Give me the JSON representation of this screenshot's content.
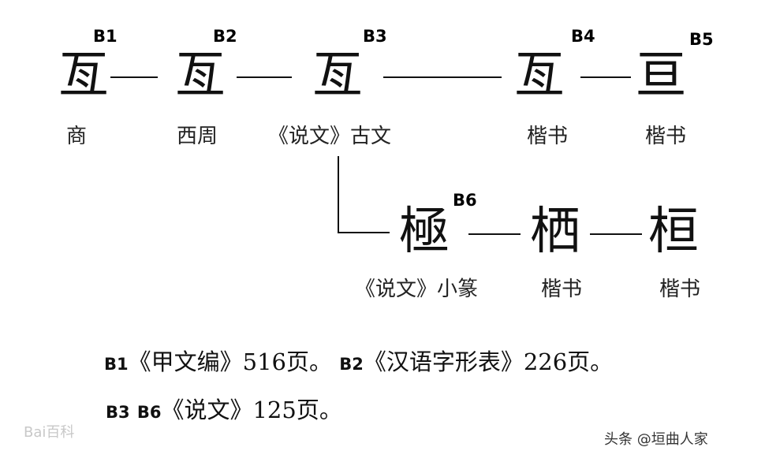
{
  "chain_top": [
    {
      "tag": "B1",
      "char": "亙",
      "era": "商"
    },
    {
      "tag": "B2",
      "char": "亙",
      "era": "西周"
    },
    {
      "tag": "B3",
      "char": "亙",
      "era": "《说文》古文"
    },
    {
      "tag": "B4",
      "char": "亙",
      "era": "楷书"
    },
    {
      "tag": "B5",
      "char": "亘",
      "era": "楷书"
    }
  ],
  "chain_bottom": [
    {
      "tag": "B6",
      "char": "極",
      "era": "《说文》小篆"
    },
    {
      "tag": "",
      "char": "栖",
      "era": "楷书"
    },
    {
      "tag": "",
      "char": "桓",
      "era": "楷书"
    }
  ],
  "citations": {
    "line1_b1": "B1",
    "line1_b1_text": "《甲文编》516页。",
    "line1_b2": "B2",
    "line1_b2_text": "《汉语字形表》226页。",
    "line2_b3": "B3",
    "line2_b6": "B6",
    "line2_text": "《说文》125页。"
  },
  "watermark": "Bai百科",
  "credit": "头条 @垣曲人家"
}
